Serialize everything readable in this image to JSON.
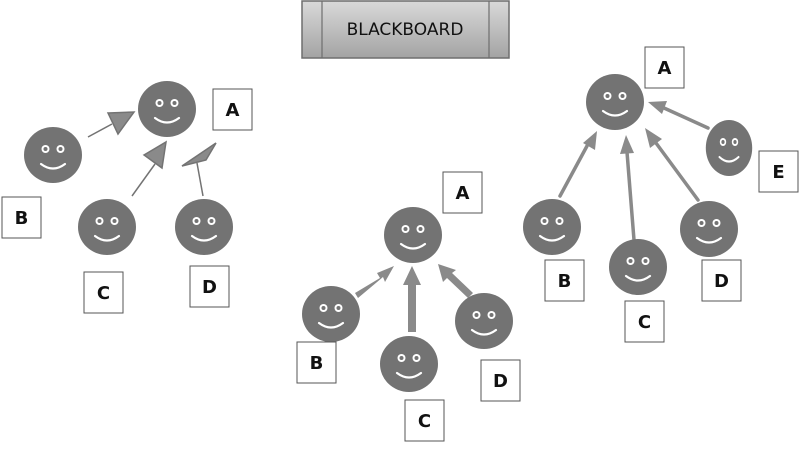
{
  "blackboard": {
    "label": "BLACKBOARD",
    "colors": {
      "fill_top": "#d6d6d6",
      "fill_bottom": "#9e9e9e",
      "border": "#6e6e6e"
    }
  },
  "face_color": "#737373",
  "arrow_color": "#8a8a8a",
  "groups": [
    {
      "labels": {
        "A": "A",
        "B": "B",
        "C": "C",
        "D": "D"
      }
    },
    {
      "labels": {
        "A": "A",
        "B": "B",
        "C": "C",
        "D": "D"
      }
    },
    {
      "labels": {
        "A": "A",
        "B": "B",
        "C": "C",
        "D": "D",
        "E": "E"
      }
    }
  ]
}
